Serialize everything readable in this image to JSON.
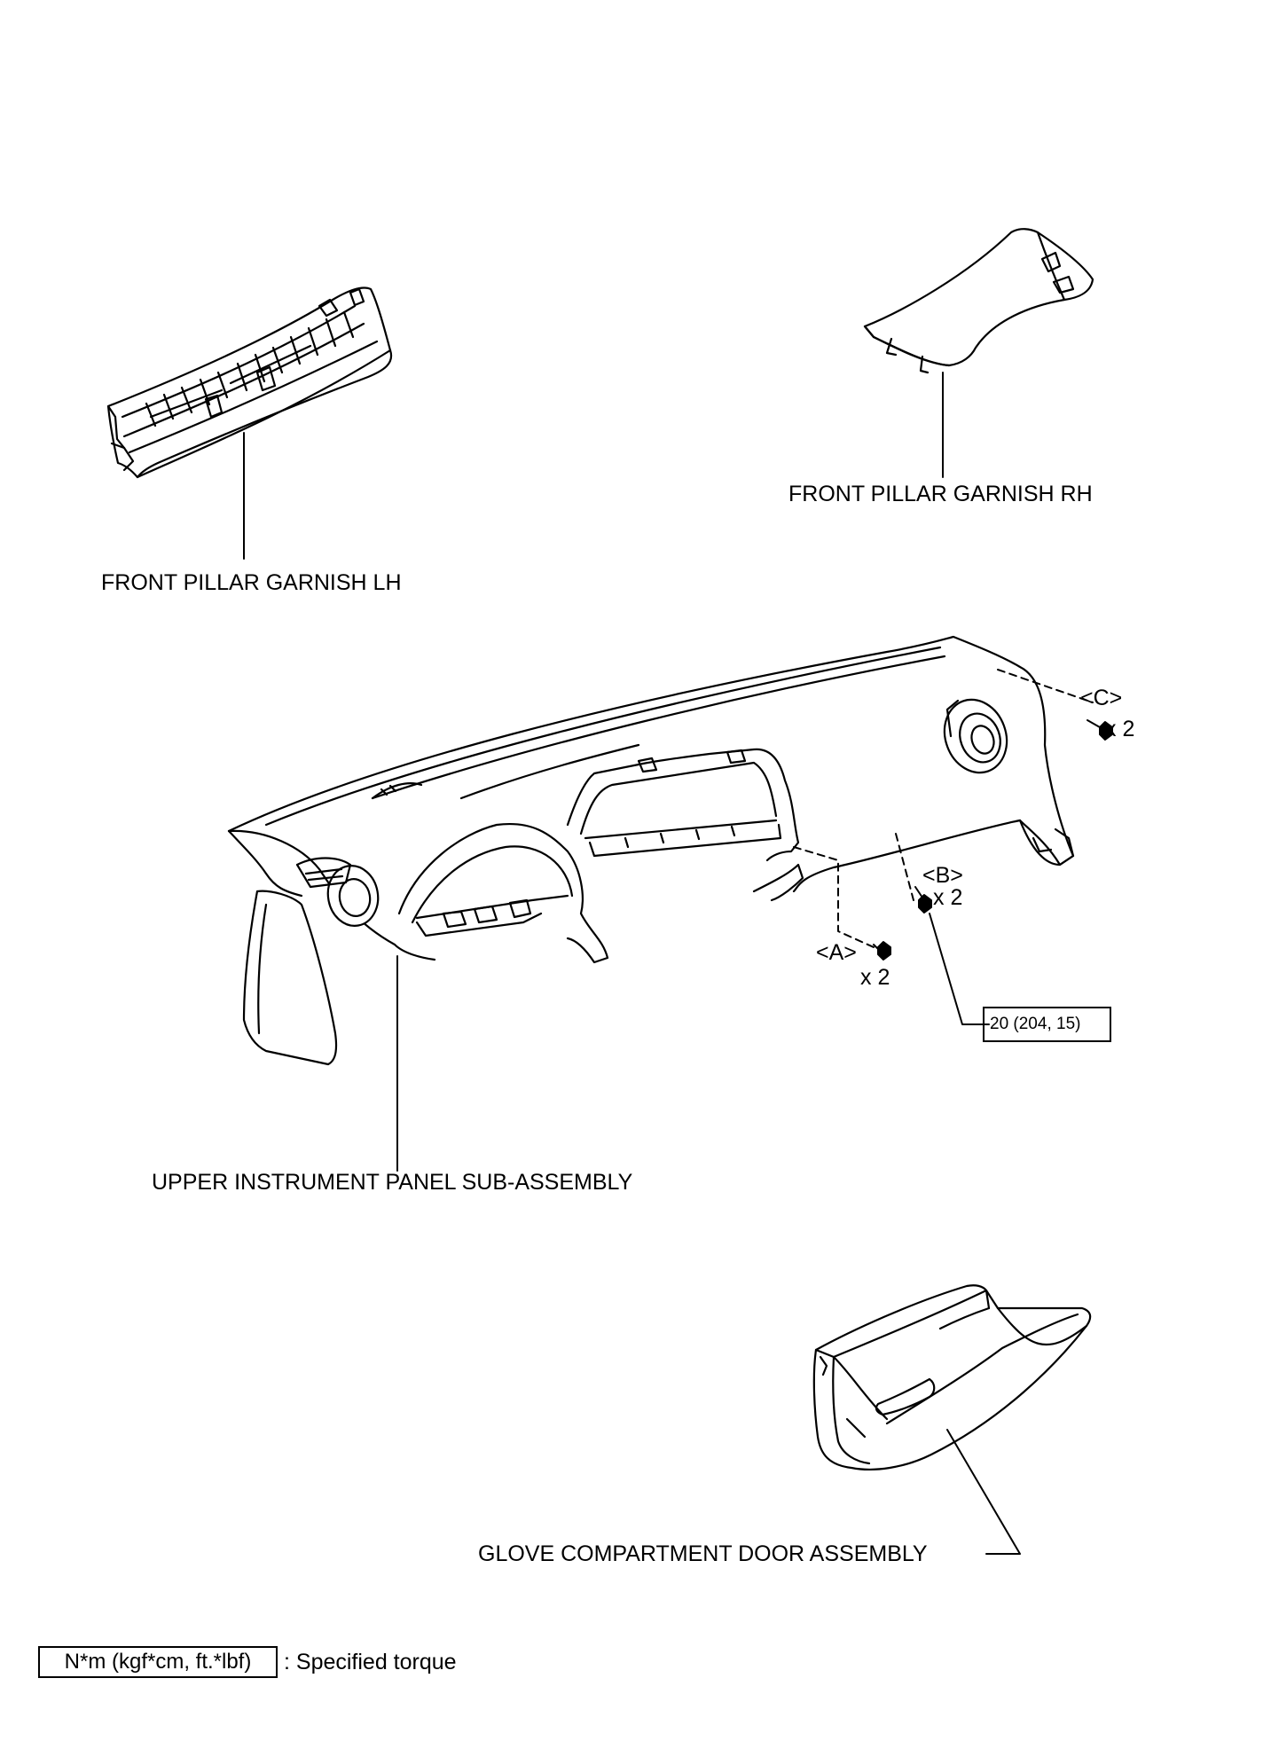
{
  "parts": {
    "front_pillar_garnish_lh": "FRONT PILLAR GARNISH LH",
    "front_pillar_garnish_rh": "FRONT PILLAR GARNISH RH",
    "upper_instrument_panel": "UPPER INSTRUMENT PANEL SUB-ASSEMBLY",
    "glove_compartment_door": "GLOVE COMPARTMENT DOOR ASSEMBLY"
  },
  "fasteners": {
    "a": {
      "label": "<A>",
      "qty": "x 2"
    },
    "b": {
      "label": "<B>",
      "qty": "x 2"
    },
    "c": {
      "label": "<C>",
      "qty": "x 2"
    }
  },
  "torque": {
    "value": "20 (204, 15)"
  },
  "legend": {
    "unit_box": "N*m (kgf*cm, ft.*lbf)",
    "description": ": Specified torque"
  }
}
